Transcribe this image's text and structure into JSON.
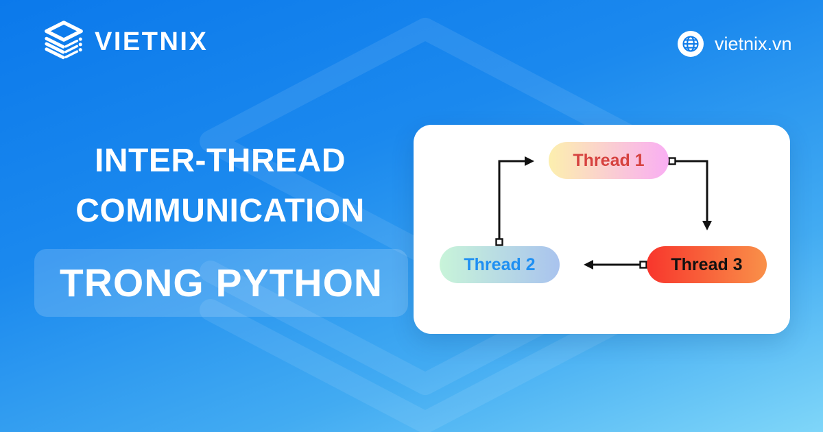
{
  "brand": {
    "name": "VIETNIX",
    "website": "vietnix.vn"
  },
  "title": {
    "line1": "INTER-THREAD",
    "line2": "COMMUNICATION",
    "subtitle": "TRONG PYTHON"
  },
  "diagram": {
    "nodes": [
      {
        "id": "thread1",
        "label": "Thread 1",
        "text_color": "#d6423f",
        "gradient": [
          "#fcefae",
          "#f9aef3"
        ]
      },
      {
        "id": "thread2",
        "label": "Thread 2",
        "text_color": "#1e8ff2",
        "gradient": [
          "#c8f4d9",
          "#a9c3ee"
        ]
      },
      {
        "id": "thread3",
        "label": "Thread 3",
        "text_color": "#111111",
        "gradient": [
          "#f8362c",
          "#f99049"
        ]
      }
    ],
    "edges": [
      {
        "from": "thread2",
        "to": "thread1"
      },
      {
        "from": "thread1",
        "to": "thread3"
      },
      {
        "from": "thread3",
        "to": "thread2"
      }
    ],
    "edge_color": "#111111"
  },
  "colors": {
    "background_top": "#0b79eb",
    "background_bottom": "#7fd6f9",
    "card_background": "#ffffff",
    "text_primary": "#ffffff",
    "subtitle_box": "rgba(255,255,255,0.17)",
    "watermark": "rgba(255,255,255,0.09)"
  }
}
